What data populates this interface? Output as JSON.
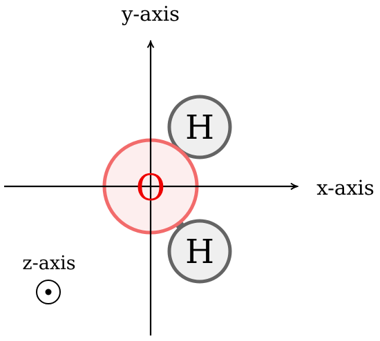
{
  "axes": {
    "x_label": "x-axis",
    "y_label": "y-axis",
    "z_label": "z-axis"
  },
  "atoms": {
    "oxygen": {
      "label": "O"
    },
    "hydrogen_top": {
      "label": "H"
    },
    "hydrogen_bottom": {
      "label": "H"
    }
  },
  "colors": {
    "axis": "#000000",
    "oxygen_stroke": "#f26b6b",
    "oxygen_fill": "#fdeeee",
    "oxygen_text": "#ee0000",
    "hydrogen_stroke": "#646464",
    "hydrogen_fill": "#efefef",
    "hydrogen_text": "#000000",
    "bond": "#646464"
  }
}
